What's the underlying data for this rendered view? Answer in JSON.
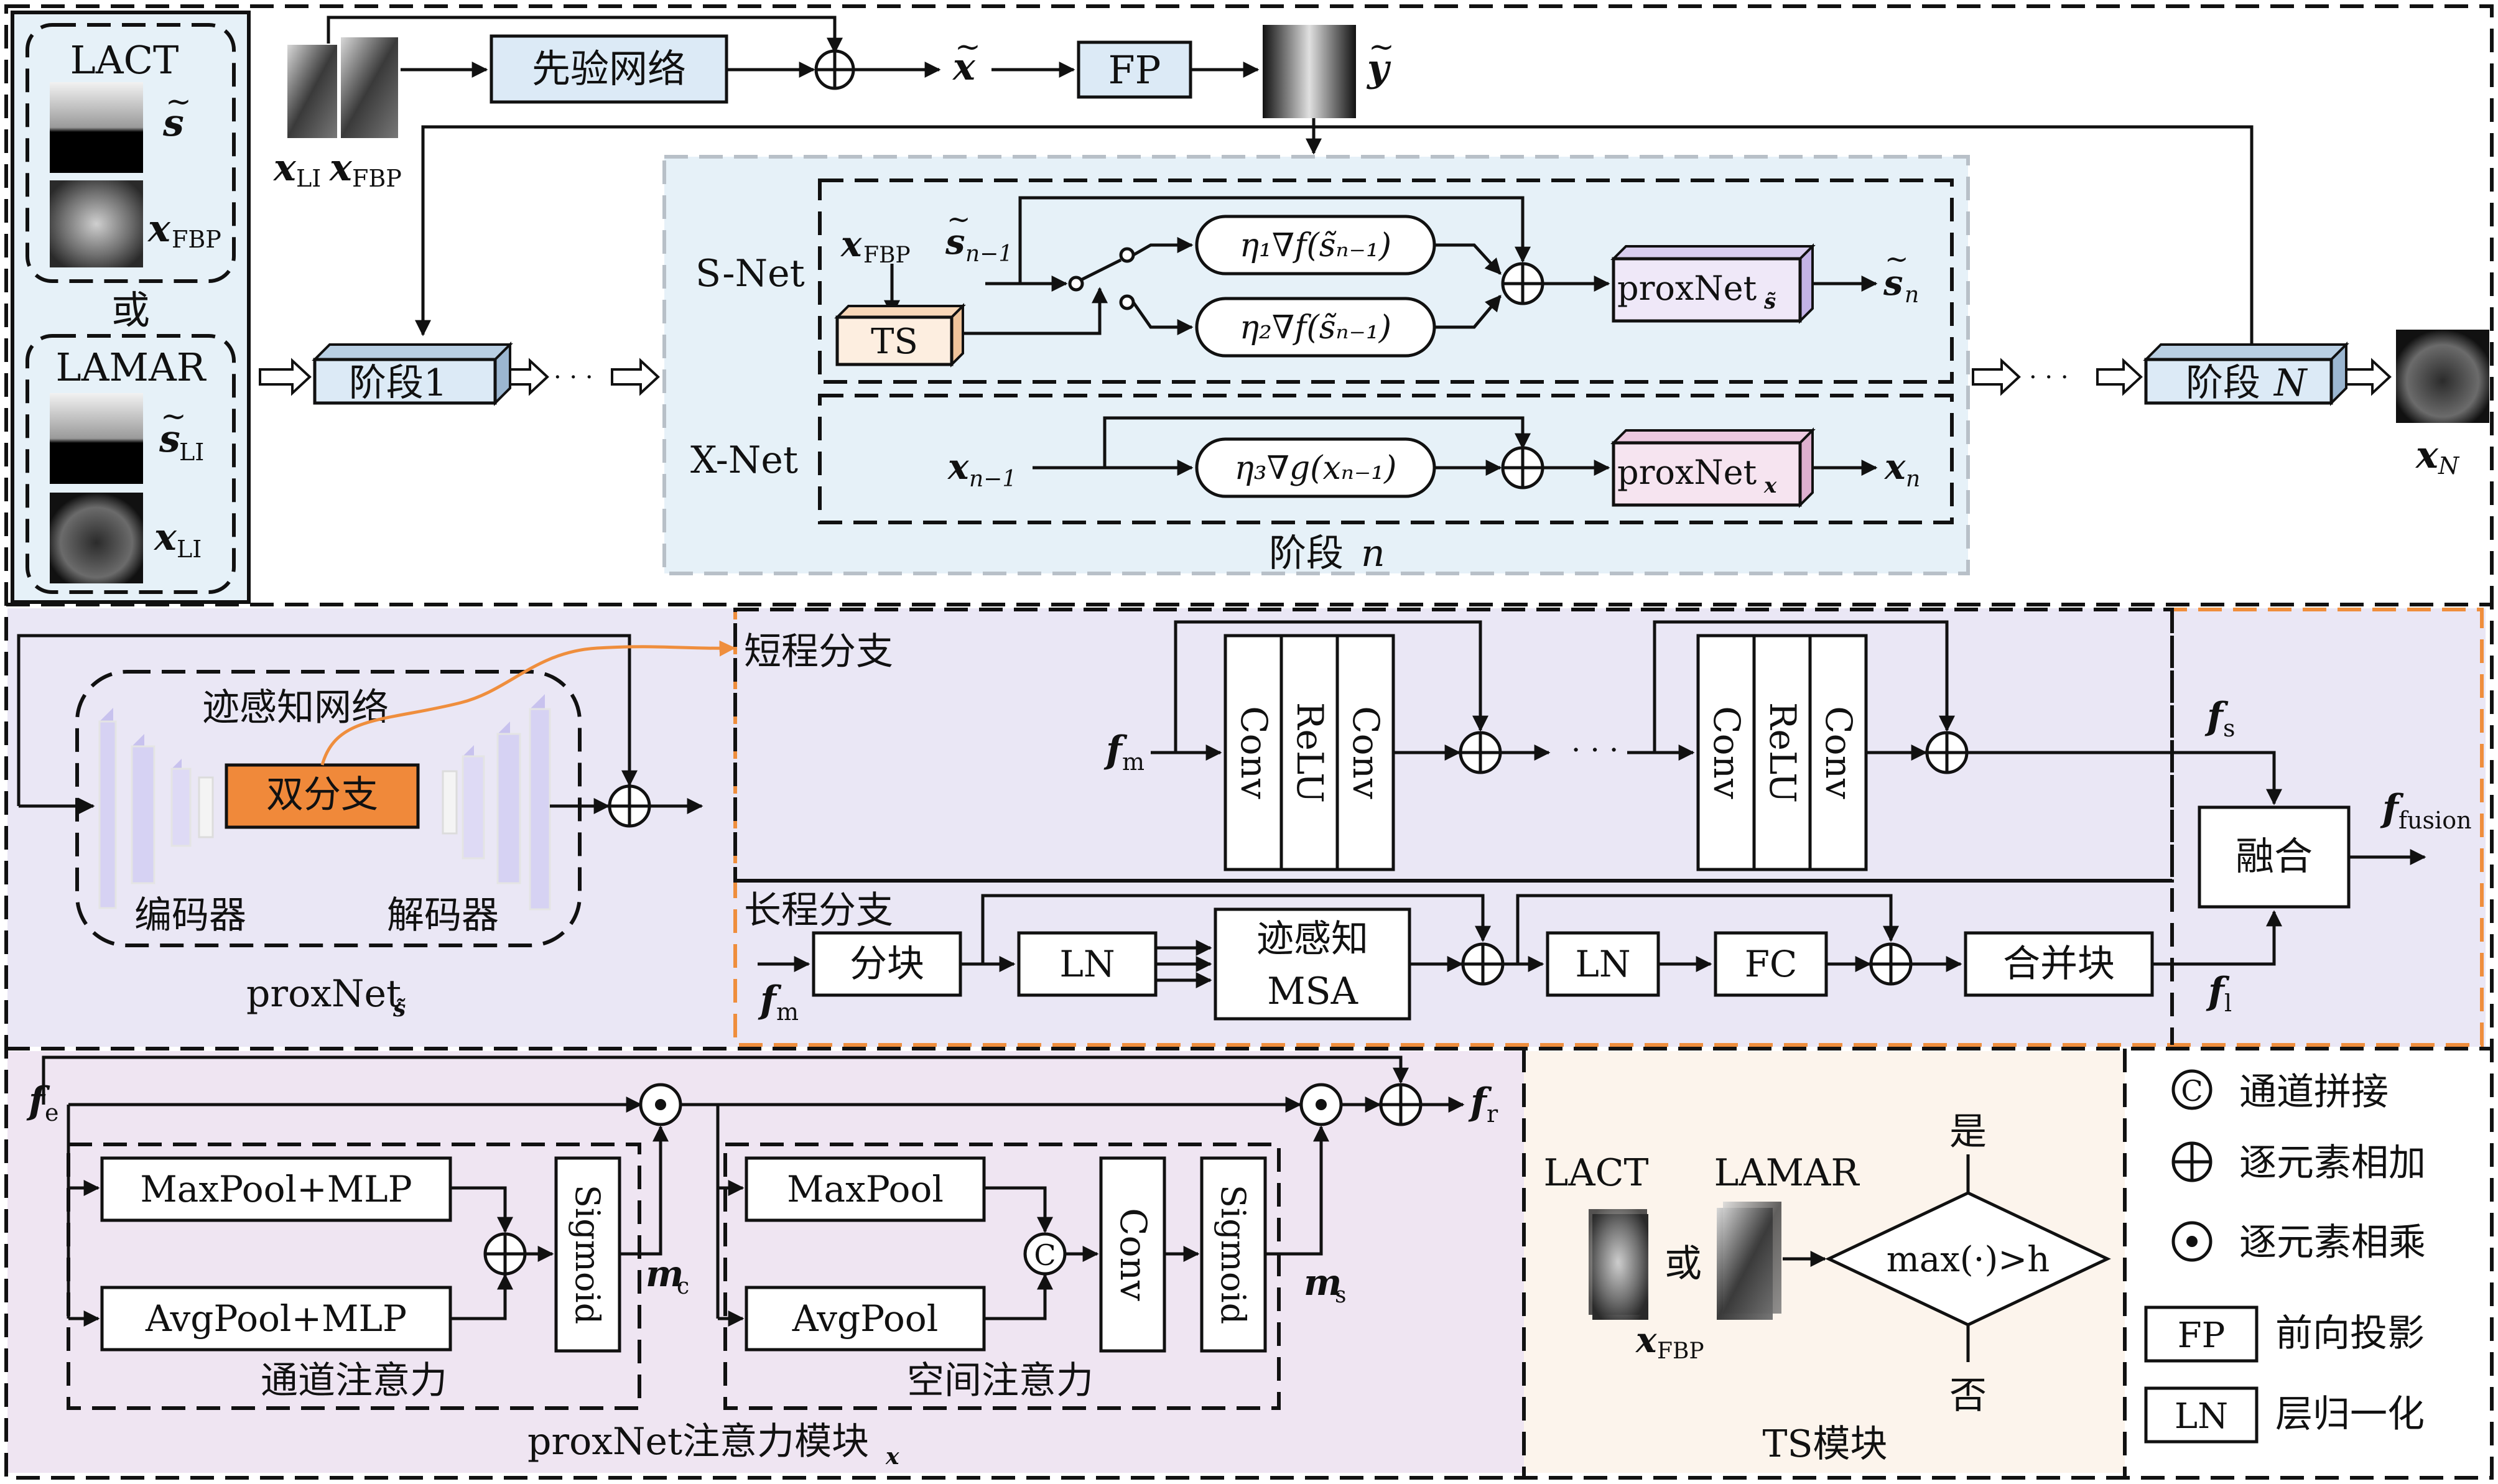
{
  "stage_pipeline": {
    "inputs_lact": {
      "title": "LACT",
      "s_tilde": "s",
      "x_fbp_base": "x",
      "x_fbp_sub": "FBP"
    },
    "or_label": "或",
    "inputs_lamar": {
      "title": "LAMAR",
      "s_tilde_base": "s",
      "s_tilde_sub": "LI",
      "x_li_base": "x",
      "x_li_sub": "LI"
    },
    "prior_net": "先验网络",
    "fp": "FP",
    "x_tilde": "x",
    "y_tilde": "y",
    "x_li_label_base": "x",
    "x_li_label_sub": "LI",
    "x_fbp_label_base": "x",
    "x_fbp_label_sub": "FBP",
    "stage1": "阶段1",
    "stageN_base": "阶段",
    "stageN_var": "N",
    "dots": "· · ·",
    "x_N_base": "x",
    "x_N_sub": "N",
    "stage_n_base": "阶段 ",
    "stage_n_var": "n"
  },
  "s_net": {
    "label": "S-Net",
    "x_fbp_base": "x",
    "x_fbp_sub": "FBP",
    "s_prev_base": "s",
    "s_prev_sub": "n−1",
    "ts": "TS",
    "grad1": "η₁∇f(s̃ₙ₋₁)",
    "grad2": "η₂∇f(s̃ₙ₋₁)",
    "prox_base": "proxNet",
    "prox_sub": "s̃",
    "out_base": "s",
    "out_sub": "n"
  },
  "x_net": {
    "label": "X-Net",
    "in_base": "x",
    "in_sub": "n−1",
    "grad3": "η₃∇g(xₙ₋₁)",
    "prox_base": "proxNet",
    "prox_sub": "x",
    "out_base": "x",
    "out_sub": "n"
  },
  "proxnet_s": {
    "title": "迹感知网络",
    "dual_branch": "双分支",
    "encoder": "编码器",
    "decoder": "解码器",
    "caption_base": "proxNet",
    "caption_sub": "s̃"
  },
  "short_branch": {
    "title": "短程分支",
    "f_m_base": "f",
    "f_m_sub": "m",
    "conv": "Conv",
    "relu": "ReLU",
    "dots": "· · ·",
    "f_s_base": "f",
    "f_s_sub": "s"
  },
  "long_branch": {
    "title": "长程分支",
    "f_m_base": "f",
    "f_m_sub": "m",
    "patch": "分块",
    "ln": "LN",
    "msa_line1": "迹感知",
    "msa_line2": "MSA",
    "fc": "FC",
    "merge": "合并块",
    "f_l_base": "f",
    "f_l_sub": "l"
  },
  "fusion": {
    "label": "融合",
    "out_base": "f",
    "out_sub": "fusion"
  },
  "attention": {
    "f_e_base": "f",
    "f_e_sub": "e",
    "f_r_base": "f",
    "f_r_sub": "r",
    "maxpool_mlp": "MaxPool+MLP",
    "avgpool_mlp": "AvgPool+MLP",
    "sigmoid": "Sigmoid",
    "m_c_base": "m",
    "m_c_sub": "c",
    "channel_att": "通道注意力",
    "maxpool": "MaxPool",
    "avgpool": "AvgPool",
    "conv": "Conv",
    "m_s_base": "m",
    "m_s_sub": "s",
    "spatial_att": "空间注意力",
    "concat_symbol": "C",
    "caption_base": "proxNet注意力模块",
    "caption_sub": "x"
  },
  "ts_module": {
    "lact": "LACT",
    "lamar": "LAMAR",
    "or": "或",
    "x_fbp_base": "x",
    "x_fbp_sub": "FBP",
    "condition": "max(·)>h",
    "yes": "是",
    "no": "否",
    "caption": "TS模块"
  },
  "legend": [
    {
      "symbol": "concat",
      "label": "通道拼接"
    },
    {
      "symbol": "add",
      "label": "逐元素相加"
    },
    {
      "symbol": "mul",
      "label": "逐元素相乘"
    },
    {
      "symbol": "box",
      "box_text": "FP",
      "label": "前向投影"
    },
    {
      "symbol": "box",
      "box_text": "LN",
      "label": "层归一化"
    }
  ],
  "colors": {
    "stage_bg": "#e6f1f8",
    "proxnet_bg": "#eae7f5",
    "attention_bg": "#efe5f2",
    "ts_bg": "#fcf4ec",
    "stage_box": "#dceaf6",
    "dual_branch": "#f0893a",
    "orange_border": "#ef8e3d",
    "prox_s_fill": "#efe8f8",
    "prox_x_fill": "#f6e4f0",
    "ts_fill": "#fdeee0"
  }
}
